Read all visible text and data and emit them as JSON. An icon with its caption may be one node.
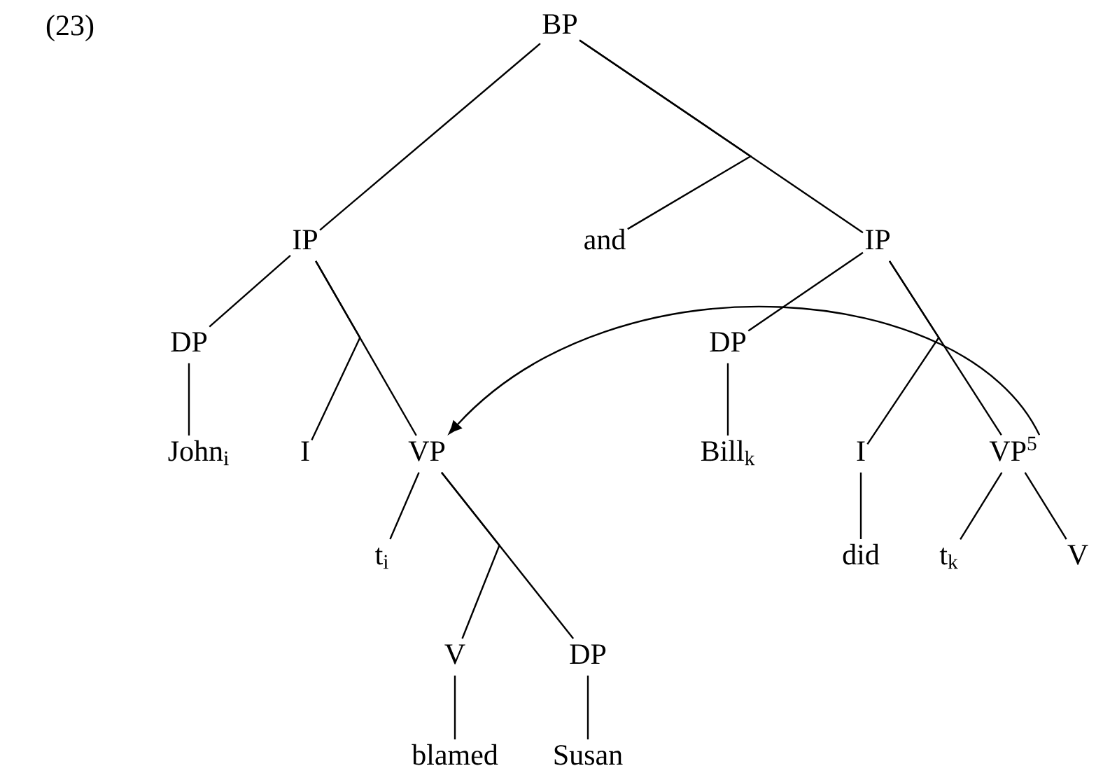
{
  "diagram": {
    "nodes": [
      {
        "text": [
          "BP"
        ]
      },
      {
        "text": [
          "IP"
        ]
      },
      {
        "text": [
          "and"
        ]
      },
      {
        "text": [
          "IP"
        ]
      },
      {
        "text": [
          "DP"
        ]
      },
      {
        "text": [
          "DP"
        ]
      },
      {
        "text": [
          "John$_{i}$"
        ]
      },
      {
        "text": [
          "I"
        ]
      },
      {
        "text": [
          "VP"
        ]
      },
      {
        "text": [
          "Bill$_{k}$"
        ]
      },
      {
        "text": [
          "I"
        ]
      },
      {
        "text": [
          "VP$^{5}$"
        ]
      },
      {
        "text": [
          "t$_{i}$"
        ]
      },
      {
        "text": [
          "did"
        ]
      },
      {
        "text": [
          "t$_{k}$"
        ]
      },
      {
        "text": [
          "V"
        ]
      },
      {
        "text": [
          "V"
        ]
      },
      {
        "text": [
          "DP"
        ]
      },
      {
        "text": [
          "blamed"
        ]
      },
      {
        "text": [
          "Susan"
        ]
      }
    ],
    "edges": [
      {
        "from": 0,
        "to": 1,
        "arrow": "none"
      },
      {
        "from": 0,
        "to": 2,
        "arrow": "none"
      },
      {
        "from": 0,
        "to": 3,
        "arrow": "none"
      },
      {
        "from": 1,
        "to": 4,
        "arrow": "none"
      },
      {
        "from": 1,
        "to": 7,
        "arrow": "none"
      },
      {
        "from": 1,
        "to": 8,
        "arrow": "none"
      },
      {
        "from": 4,
        "to": 6,
        "arrow": "none"
      },
      {
        "from": 3,
        "to": 5,
        "arrow": "none"
      },
      {
        "from": 3,
        "to": 10,
        "arrow": "none"
      },
      {
        "from": 3,
        "to": 11,
        "arrow": "none"
      },
      {
        "from": 5,
        "to": 9,
        "arrow": "none"
      },
      {
        "from": 8,
        "to": 12,
        "arrow": "none"
      },
      {
        "from": 8,
        "to": 16,
        "arrow": "none"
      },
      {
        "from": 8,
        "to": 17,
        "arrow": "none"
      },
      {
        "from": 16,
        "to": 18,
        "arrow": "none"
      },
      {
        "from": 17,
        "to": 19,
        "arrow": "none"
      },
      {
        "from": 10,
        "to": 13,
        "arrow": "none"
      },
      {
        "from": 11,
        "to": 14,
        "arrow": "none"
      },
      {
        "from": 11,
        "to": 15,
        "arrow": "none"
      },
      {
        "from": 11,
        "to": 8,
        "arrow": "to"
      }
    ],
    "labels": [
      "(23)"
    ]
  }
}
